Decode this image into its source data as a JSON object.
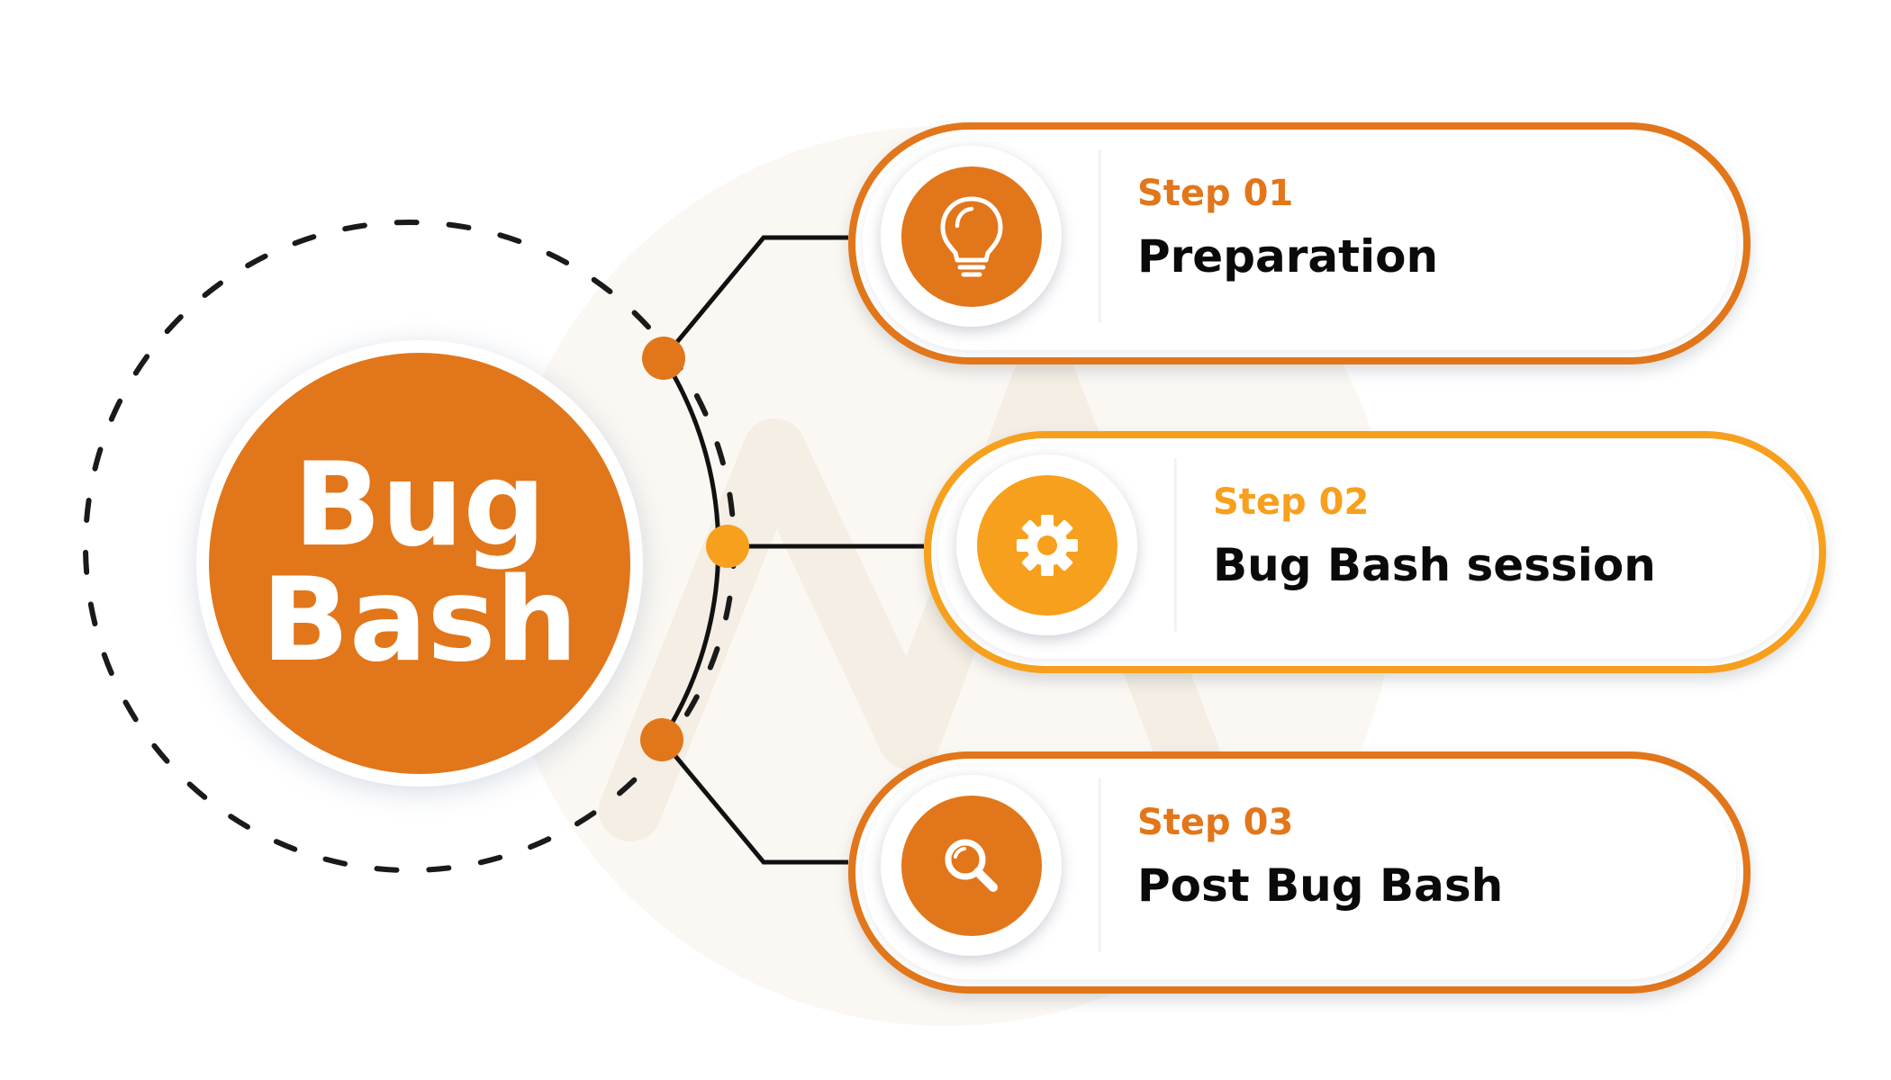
{
  "hub": {
    "line1": "Bug",
    "line2": "Bash"
  },
  "colors": {
    "primary": "#E2761A",
    "secondary": "#F7A01D",
    "line": "#111111",
    "dashed_ring": "#1a1a1a"
  },
  "steps": [
    {
      "label": "Step 01",
      "title": "Preparation",
      "icon": "lightbulb-icon",
      "accent": "#E2761A"
    },
    {
      "label": "Step 02",
      "title": "Bug Bash session",
      "icon": "gear-icon",
      "accent": "#F7A01D"
    },
    {
      "label": "Step 03",
      "title": "Post Bug Bash",
      "icon": "magnifier-icon",
      "accent": "#E2761A"
    }
  ]
}
